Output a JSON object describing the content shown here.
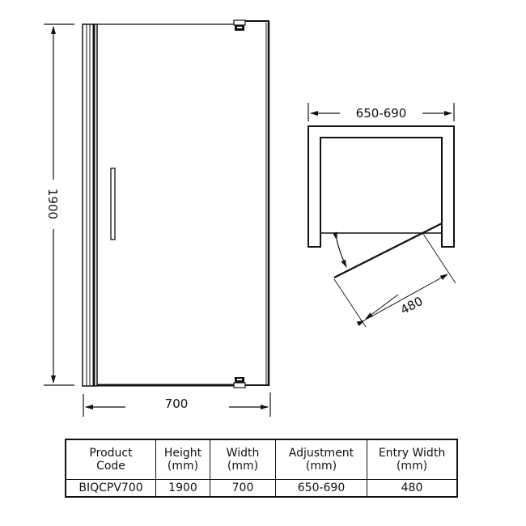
{
  "elevation": {
    "height_label": "1900",
    "width_label": "700"
  },
  "plan": {
    "adjustment_label": "650-690",
    "entry_width_label": "480"
  },
  "spec_table": {
    "headers": [
      {
        "line1": "Product",
        "line2": "Code"
      },
      {
        "line1": "Height",
        "line2": "(mm)"
      },
      {
        "line1": "Width",
        "line2": "(mm)"
      },
      {
        "line1": "Adjustment",
        "line2": "(mm)"
      },
      {
        "line1": "Entry Width",
        "line2": "(mm)"
      }
    ],
    "rows": [
      [
        "BIQCPV700",
        "1900",
        "700",
        "650-690",
        "480"
      ]
    ]
  },
  "colors": {
    "line": "#111111",
    "background": "#ffffff"
  }
}
